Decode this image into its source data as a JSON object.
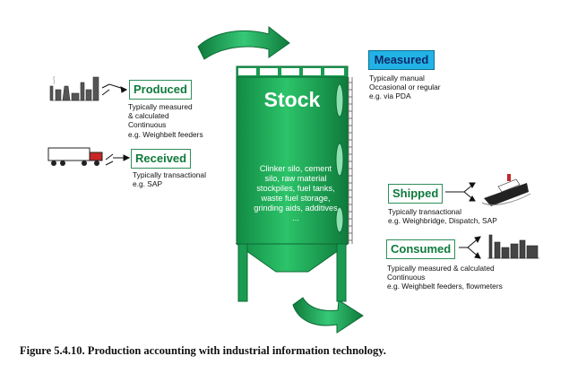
{
  "silo": {
    "title": "Stock",
    "contents": [
      "Clinker silo, cement",
      "silo, raw material",
      "stockpiles, fuel tanks,",
      "waste fuel storage,",
      "grinding aids, additives",
      "..."
    ]
  },
  "measured": {
    "label": "Measured",
    "lines": [
      "Typically manual",
      "Occasional or regular",
      "e.g. via PDA"
    ]
  },
  "produced": {
    "label": "Produced",
    "lines": [
      "Typically measured",
      "& calculated",
      "Continuous",
      "e.g. Weighbelt feeders"
    ]
  },
  "received": {
    "label": "Received",
    "lines": [
      "Typically transactional",
      "e.g. SAP"
    ]
  },
  "shipped": {
    "label": "Shipped",
    "lines": [
      "Typically transactional",
      "e.g. Weighbridge, Dispatch, SAP"
    ]
  },
  "consumed": {
    "label": "Consumed",
    "lines": [
      "Typically measured & calculated",
      "Continuous",
      "e.g. Weighbelt feeders, flowmeters"
    ]
  },
  "caption": "Figure 5.4.10. Production accounting with industrial information technology.",
  "colors": {
    "silo": "#1ea85a",
    "siloDark": "#127a3e",
    "arrow": "#1b9a53",
    "measured": "#22b3e6"
  }
}
